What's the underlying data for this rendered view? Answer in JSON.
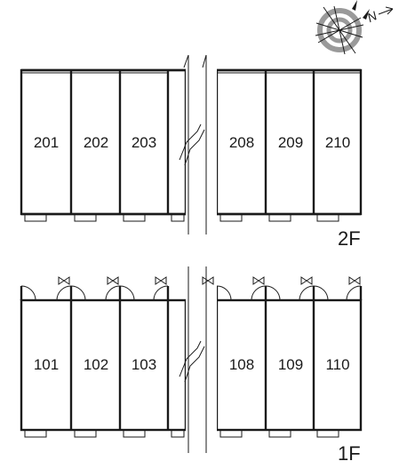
{
  "compass": {
    "north_label": "N",
    "icon": "compass-rose-icon"
  },
  "floors": [
    {
      "label": "2F",
      "units": [
        "201",
        "202",
        "203",
        "208",
        "209",
        "210"
      ]
    },
    {
      "label": "1F",
      "units": [
        "101",
        "102",
        "103",
        "108",
        "109",
        "110"
      ]
    }
  ],
  "colors": {
    "line": "#1a1a1a",
    "compass_gray": "#9a9a9a",
    "background": "#ffffff"
  }
}
